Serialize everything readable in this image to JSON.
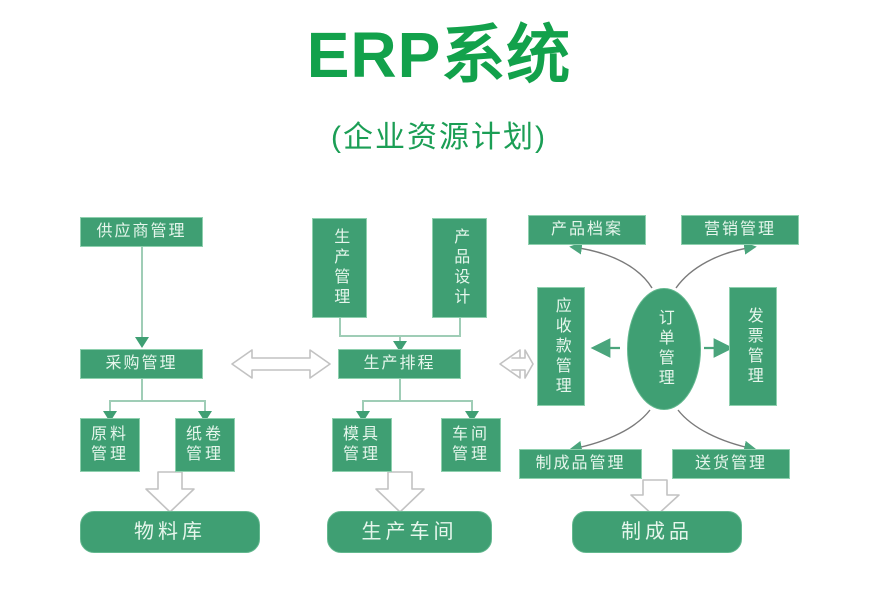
{
  "header": {
    "title": "ERP系统",
    "subtitle": "(企业资源计划)"
  },
  "colors": {
    "title_green": "#12a14b",
    "box_fill": "#3f9f73",
    "box_border": "#8ed0ae",
    "box_text": "#e6f6ec",
    "connector": "#9fcdb6",
    "arrow_outline": "#bdbdbd",
    "background": "#ffffff"
  },
  "chart_data": {
    "type": "diagram",
    "title": "ERP系统 (企业资源计划)",
    "nodes": [
      {
        "id": "supplier",
        "label": "供应商管理",
        "column": "left",
        "shape": "rect",
        "orientation": "horizontal"
      },
      {
        "id": "purchasing",
        "label": "采购管理",
        "column": "left",
        "shape": "rect",
        "orientation": "horizontal"
      },
      {
        "id": "raw-material",
        "label": "原料\n管理",
        "column": "left",
        "shape": "rect",
        "orientation": "horizontal"
      },
      {
        "id": "paper-roll",
        "label": "纸卷\n管理",
        "column": "left",
        "shape": "rect",
        "orientation": "horizontal"
      },
      {
        "id": "material-warehouse",
        "label": "物料库",
        "column": "left",
        "shape": "rounded-rect",
        "orientation": "horizontal"
      },
      {
        "id": "production-mgmt",
        "label": "生产管理",
        "column": "middle",
        "shape": "rect",
        "orientation": "vertical"
      },
      {
        "id": "product-design",
        "label": "产品设计",
        "column": "middle",
        "shape": "rect",
        "orientation": "vertical"
      },
      {
        "id": "production-schedule",
        "label": "生产排程",
        "column": "middle",
        "shape": "rect",
        "orientation": "horizontal"
      },
      {
        "id": "mold-mgmt",
        "label": "模具\n管理",
        "column": "middle",
        "shape": "rect",
        "orientation": "horizontal"
      },
      {
        "id": "workshop-mgmt",
        "label": "车间\n管理",
        "column": "middle",
        "shape": "rect",
        "orientation": "horizontal"
      },
      {
        "id": "production-workshop",
        "label": "生产车间",
        "column": "middle",
        "shape": "rounded-rect",
        "orientation": "horizontal"
      },
      {
        "id": "product-archive",
        "label": "产品档案",
        "column": "right",
        "shape": "rect",
        "orientation": "horizontal"
      },
      {
        "id": "marketing-mgmt",
        "label": "营销管理",
        "column": "right",
        "shape": "rect",
        "orientation": "horizontal"
      },
      {
        "id": "receivables-mgmt",
        "label": "应收款管理",
        "column": "right",
        "shape": "rect",
        "orientation": "vertical"
      },
      {
        "id": "order-mgmt",
        "label": "订单管理",
        "column": "right",
        "shape": "ellipse",
        "orientation": "vertical"
      },
      {
        "id": "invoice-mgmt",
        "label": "发票管理",
        "column": "right",
        "shape": "rect",
        "orientation": "vertical"
      },
      {
        "id": "finished-goods-mgmt",
        "label": "制成品管理",
        "column": "right",
        "shape": "rect",
        "orientation": "horizontal"
      },
      {
        "id": "delivery-mgmt",
        "label": "送货管理",
        "column": "right",
        "shape": "rect",
        "orientation": "horizontal"
      },
      {
        "id": "finished-goods",
        "label": "制成品",
        "column": "right",
        "shape": "rounded-rect",
        "orientation": "horizontal"
      }
    ],
    "edges": [
      {
        "from": "supplier",
        "to": "purchasing",
        "style": "line-arrow"
      },
      {
        "from": "purchasing",
        "to": "raw-material",
        "style": "line-arrow"
      },
      {
        "from": "purchasing",
        "to": "paper-roll",
        "style": "line-arrow"
      },
      {
        "from": "raw-material",
        "to": "material-warehouse",
        "style": "block-arrow"
      },
      {
        "from": "production-mgmt",
        "to": "production-schedule",
        "style": "line-arrow"
      },
      {
        "from": "product-design",
        "to": "production-schedule",
        "style": "line-arrow"
      },
      {
        "from": "production-schedule",
        "to": "mold-mgmt",
        "style": "line-arrow"
      },
      {
        "from": "production-schedule",
        "to": "workshop-mgmt",
        "style": "line-arrow"
      },
      {
        "from": "mold-mgmt",
        "to": "production-workshop",
        "style": "block-arrow"
      },
      {
        "from": "purchasing",
        "to": "production-schedule",
        "style": "block-double-arrow"
      },
      {
        "from": "production-schedule",
        "to": "receivables-mgmt",
        "style": "block-double-arrow"
      },
      {
        "from": "order-mgmt",
        "to": "receivables-mgmt",
        "style": "thin-arrow"
      },
      {
        "from": "order-mgmt",
        "to": "invoice-mgmt",
        "style": "thin-arrow"
      },
      {
        "from": "order-mgmt",
        "to": "product-archive",
        "style": "curved-arrow"
      },
      {
        "from": "order-mgmt",
        "to": "marketing-mgmt",
        "style": "curved-arrow"
      },
      {
        "from": "order-mgmt",
        "to": "finished-goods-mgmt",
        "style": "curved-arrow"
      },
      {
        "from": "order-mgmt",
        "to": "delivery-mgmt",
        "style": "curved-arrow"
      },
      {
        "from": "finished-goods-mgmt",
        "to": "finished-goods",
        "style": "block-arrow"
      }
    ]
  },
  "nodes": {
    "supplier": "供应商管理",
    "purchasing": "采购管理",
    "raw_material": "原料\n管理",
    "paper_roll": "纸卷\n管理",
    "material_warehouse": "物料库",
    "production_mgmt": "生产管理",
    "product_design": "产品设计",
    "production_schedule": "生产排程",
    "mold_mgmt": "模具\n管理",
    "workshop_mgmt": "车间\n管理",
    "production_workshop": "生产车间",
    "product_archive": "产品档案",
    "marketing_mgmt": "营销管理",
    "receivables_mgmt": "应收款管理",
    "order_mgmt": "订单管理",
    "invoice_mgmt": "发票管理",
    "finished_goods_mgmt": "制成品管理",
    "delivery_mgmt": "送货管理",
    "finished_goods": "制成品"
  }
}
